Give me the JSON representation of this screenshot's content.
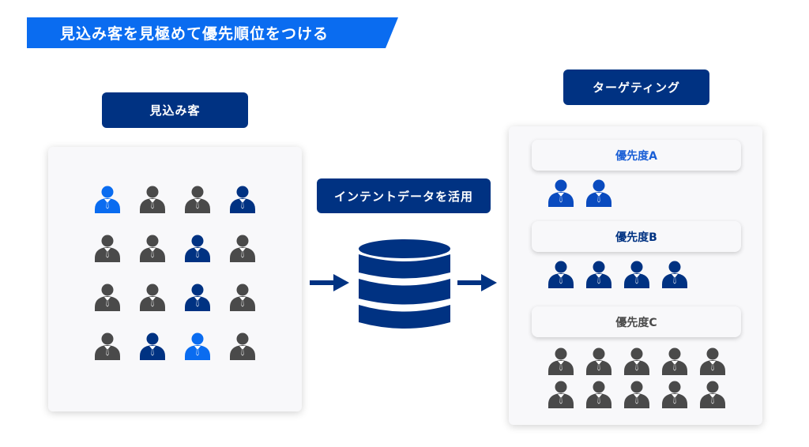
{
  "title": "見込み客を見極めて優先順位をつける",
  "colors": {
    "bright_blue": "#0a6cf0",
    "navy": "#003282",
    "royal_blue": "#0a4bbf",
    "gray": "#4a4a4a",
    "priority_a_text": "#1a5fd6",
    "priority_c_text": "#4a4a4a"
  },
  "prospects": {
    "label": "見込み客",
    "grid": [
      [
        "bright_blue",
        "gray",
        "gray",
        "navy"
      ],
      [
        "gray",
        "gray",
        "navy",
        "gray"
      ],
      [
        "gray",
        "gray",
        "navy",
        "gray"
      ],
      [
        "gray",
        "navy",
        "bright_blue",
        "gray"
      ]
    ]
  },
  "process": {
    "label": "インテントデータを活用",
    "icon": "database-icon"
  },
  "targeting": {
    "label": "ターゲティング",
    "priorities": [
      {
        "label": "優先度A",
        "text_color": "priority_a_text",
        "icon_color": "royal_blue",
        "count": 2
      },
      {
        "label": "優先度B",
        "text_color": "navy",
        "icon_color": "navy",
        "count": 4
      },
      {
        "label": "優先度C",
        "text_color": "priority_c_text",
        "icon_color": "gray",
        "count": 10
      }
    ]
  }
}
